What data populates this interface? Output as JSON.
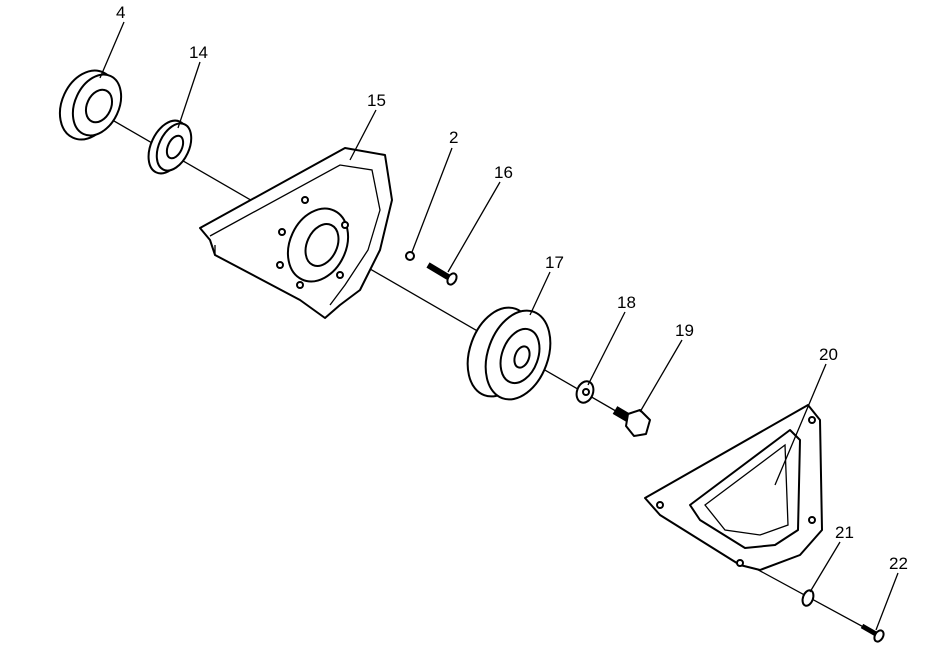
{
  "diagram": {
    "type": "exploded parts diagram",
    "callouts": [
      {
        "id": "4"
      },
      {
        "id": "14"
      },
      {
        "id": "15"
      },
      {
        "id": "2"
      },
      {
        "id": "16"
      },
      {
        "id": "17"
      },
      {
        "id": "18"
      },
      {
        "id": "19"
      },
      {
        "id": "20"
      },
      {
        "id": "21"
      },
      {
        "id": "22"
      }
    ]
  }
}
